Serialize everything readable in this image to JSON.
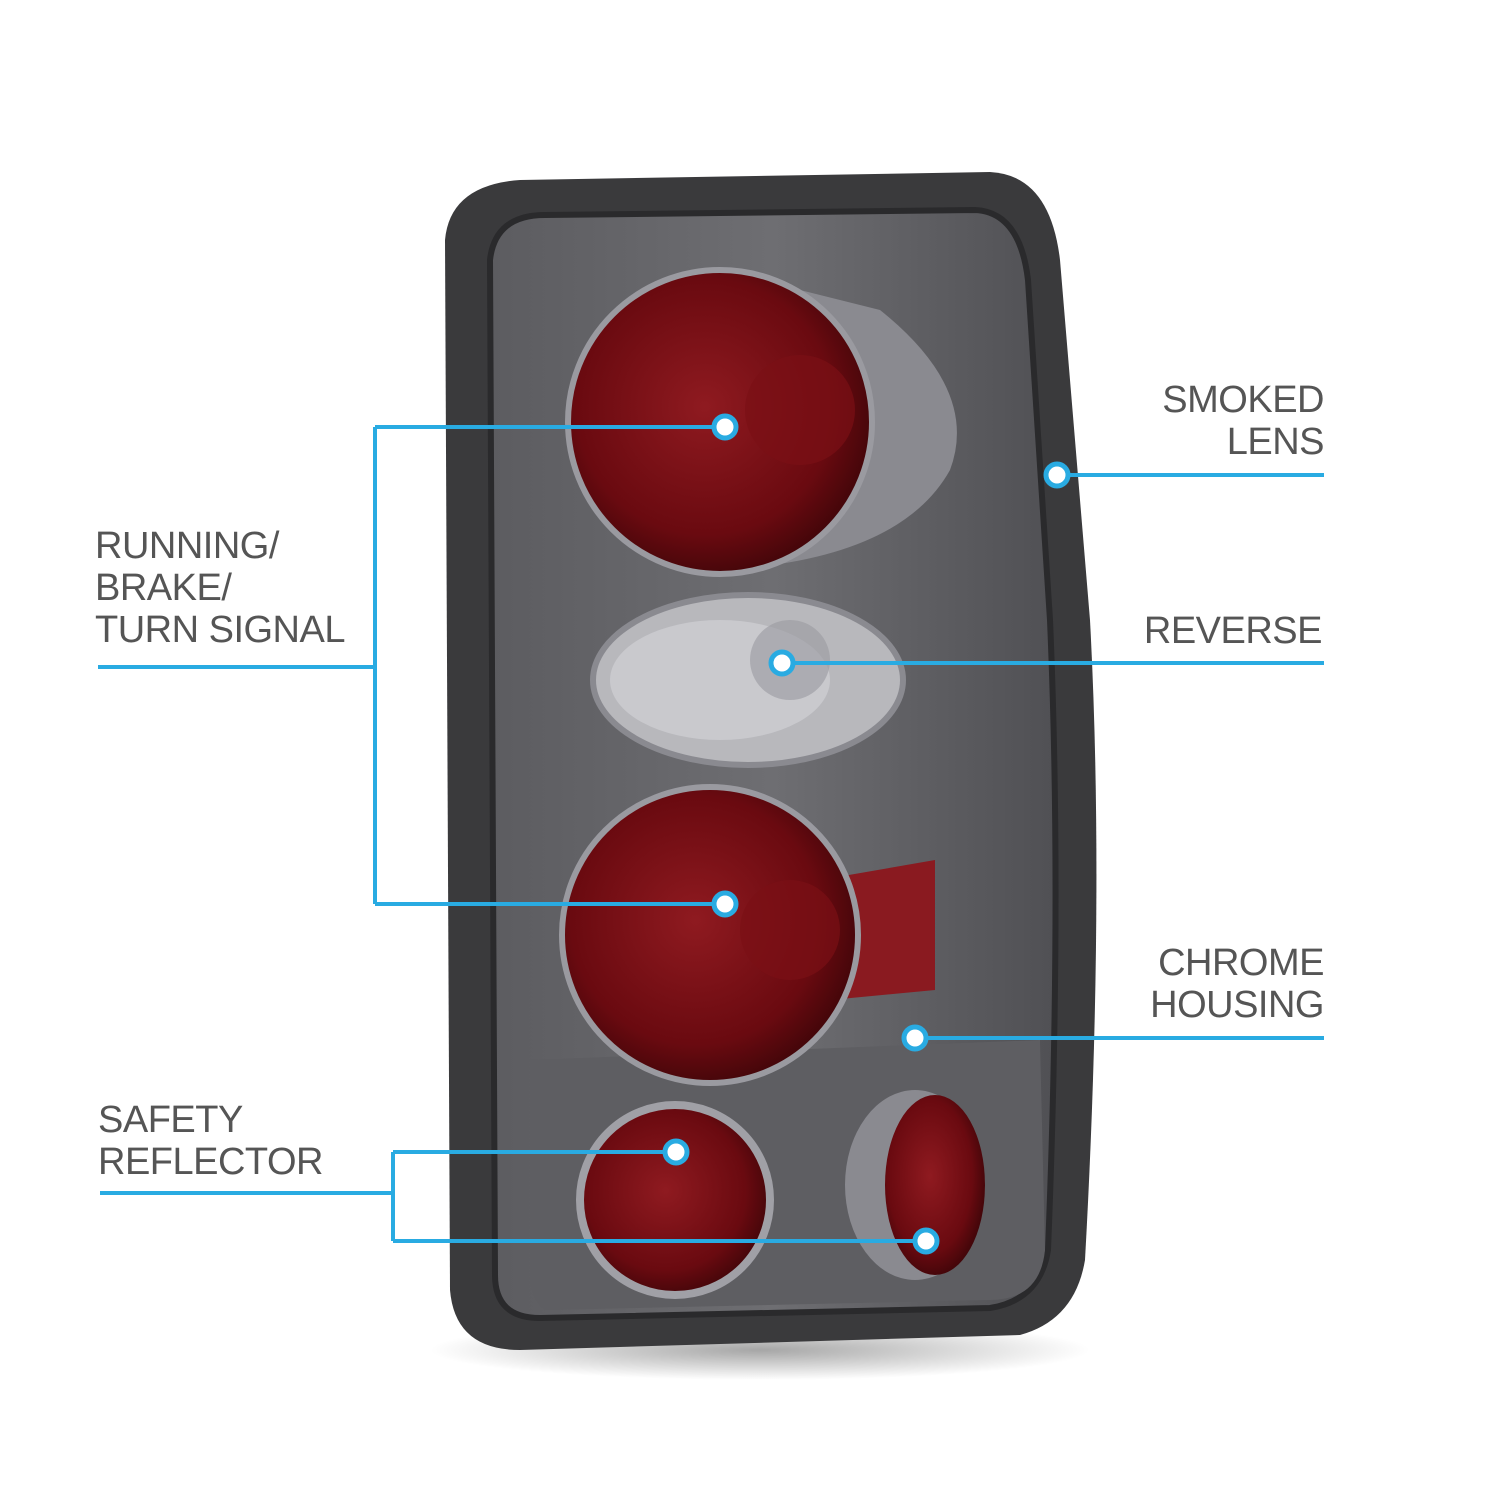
{
  "colors": {
    "callout": "#29abe2",
    "text": "#555555",
    "housing": "#4a4a4c",
    "lens_red": "#7a0c12"
  },
  "labels": {
    "smoked_lens": [
      "SMOKED",
      "LENS"
    ],
    "reverse": [
      "REVERSE"
    ],
    "chrome_housing": [
      "CHROME",
      "HOUSING"
    ],
    "running": [
      "RUNNING/",
      "BRAKE/",
      "TURN SIGNAL"
    ],
    "safety": [
      "SAFETY",
      "REFLECTOR"
    ]
  }
}
